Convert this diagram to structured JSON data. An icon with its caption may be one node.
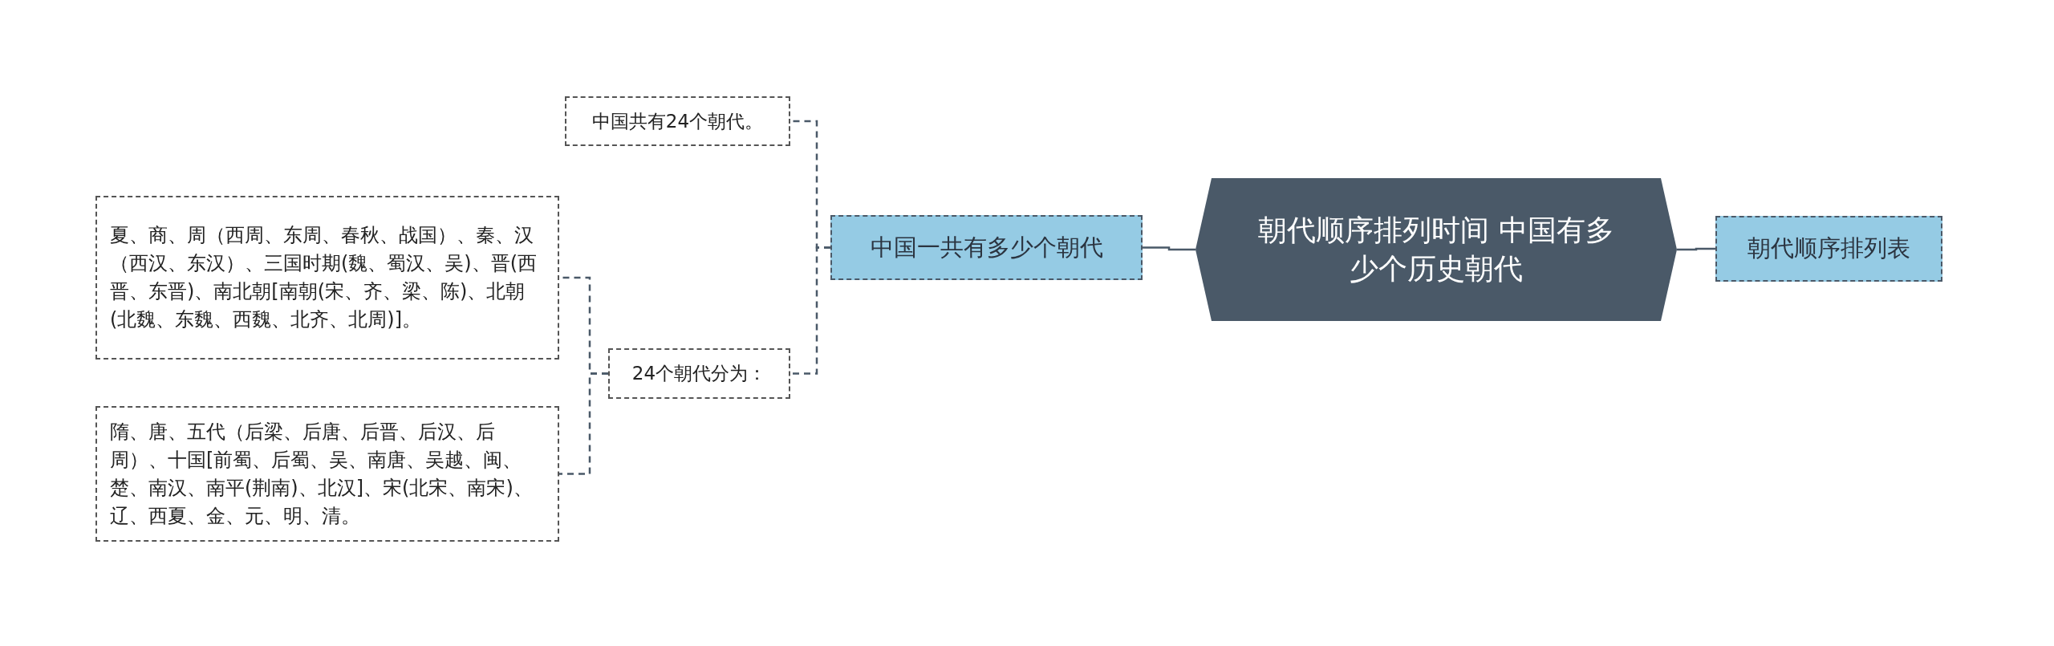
{
  "diagram": {
    "nodes": [
      {
        "text": [
          "朝代顺序排列时间 中国有多少个历史朝代"
        ]
      },
      {
        "text": [
          "中国一共有多少个朝代"
        ]
      },
      {
        "text": [
          "中国共有24个朝代。"
        ]
      },
      {
        "text": [
          "24个朝代分为："
        ]
      },
      {
        "text": [
          "夏、商、周（西周、东周、春秋、战国）、秦、汉（西汉、东汉）、三国时期(魏、蜀汉、吴)、晋(西晋、东晋)、南北朝[南朝(宋、齐、梁、陈)、北朝(北魏、东魏、西魏、北齐、北周)]。"
        ]
      },
      {
        "text": [
          "隋、唐、五代（后梁、后唐、后晋、后汉、后周）、十国[前蜀、后蜀、吴、南唐、吴越、闽、楚、南汉、南平(荆南)、北汉]、宋(北宋、南宋)、辽、西夏、金、元、明、清。"
        ]
      },
      {
        "text": [
          "朝代顺序排列表"
        ]
      }
    ],
    "edges": [
      {
        "from": 0,
        "to": 1,
        "arrow": "none"
      },
      {
        "from": 0,
        "to": 6,
        "arrow": "none"
      },
      {
        "from": 1,
        "to": 2,
        "arrow": "none",
        "style": "dashed"
      },
      {
        "from": 1,
        "to": 3,
        "arrow": "none",
        "style": "dashed"
      },
      {
        "from": 3,
        "to": 4,
        "arrow": "none",
        "style": "dashed"
      },
      {
        "from": 3,
        "to": 5,
        "arrow": "none",
        "style": "dashed"
      }
    ]
  }
}
